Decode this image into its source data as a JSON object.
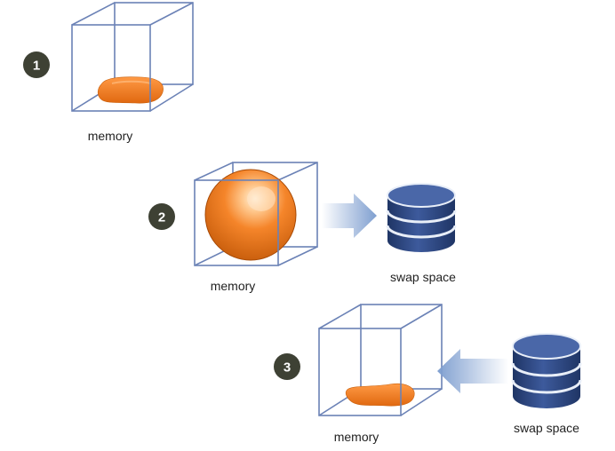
{
  "steps": [
    {
      "number": "1",
      "memory_label": "memory"
    },
    {
      "number": "2",
      "memory_label": "memory",
      "swap_label": "swap space"
    },
    {
      "number": "3",
      "memory_label": "memory",
      "swap_label": "swap space"
    }
  ],
  "colors": {
    "cube_edge": "#6b82b6",
    "memory_blob": "#f07b1f",
    "badge": "#3e4134",
    "arrow": "#7f9fd0",
    "disk": "#2c4680"
  },
  "icons": [
    "cube-icon",
    "memory-blob-icon",
    "sphere-icon",
    "arrow-right-icon",
    "arrow-left-icon",
    "database-icon"
  ]
}
